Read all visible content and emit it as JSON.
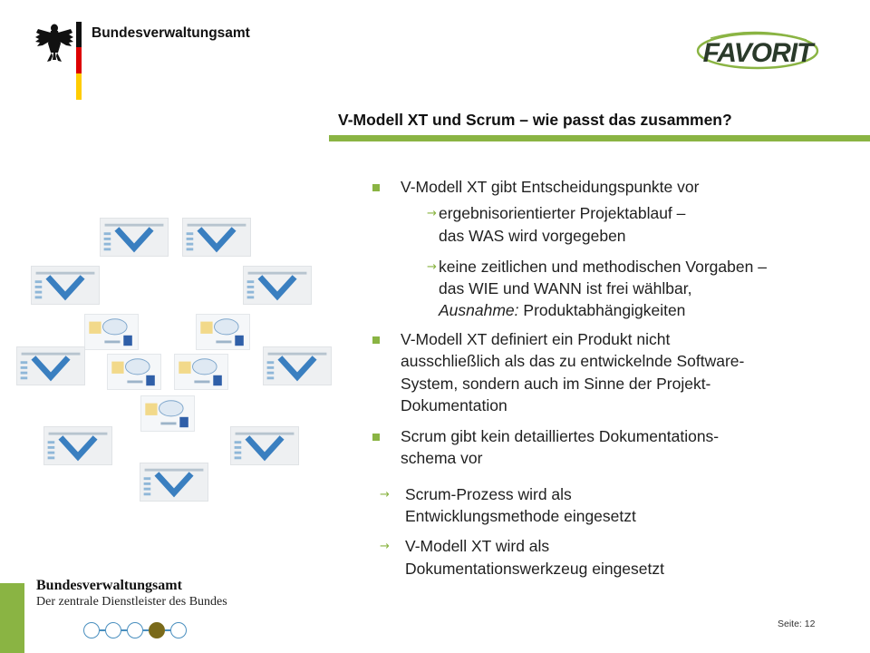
{
  "header": {
    "organization": "Bundesverwaltungsamt",
    "logo_text": "FAVORIT",
    "title": "V-Modell XT und Scrum – wie passt das zusammen?"
  },
  "bullets": [
    {
      "text": "V-Modell XT gibt Entscheidungspunkte vor",
      "subs": [
        {
          "lines": [
            "ergebnisorientierter Projektablauf –",
            "das WAS wird vorgegeben"
          ]
        },
        {
          "lines": [
            "keine zeitlichen und methodischen Vorgaben –",
            "das WIE und WANN ist frei wählbar,"
          ],
          "emph": "Ausnahme:",
          "rest": " Produktabhängigkeiten"
        }
      ]
    },
    {
      "lines": [
        "V-Modell XT definiert ein Produkt nicht",
        "ausschließlich als das zu entwickelnde Software-",
        "System, sondern auch im Sinne der Projekt-",
        "Dokumentation"
      ]
    },
    {
      "lines": [
        "Scrum gibt kein detailliertes Dokumentations-",
        "schema vor"
      ]
    }
  ],
  "conclusions": [
    {
      "lines": [
        "Scrum-Prozess wird als",
        "Entwicklungsmethode eingesetzt"
      ]
    },
    {
      "lines": [
        "V-Modell XT wird als",
        "Dokumentationswerkzeug eingesetzt"
      ]
    }
  ],
  "footer": {
    "org_name": "Bundesverwaltungsamt",
    "org_tagline": "Der zentrale Dienstleister des Bundes",
    "page_label": "Seite: 12",
    "progress_steps": 5,
    "progress_active_step": 4
  },
  "colors": {
    "accent_green": "#8ab443",
    "dot_blue": "#4a8fbf",
    "dot_active": "#7a6a1a"
  }
}
